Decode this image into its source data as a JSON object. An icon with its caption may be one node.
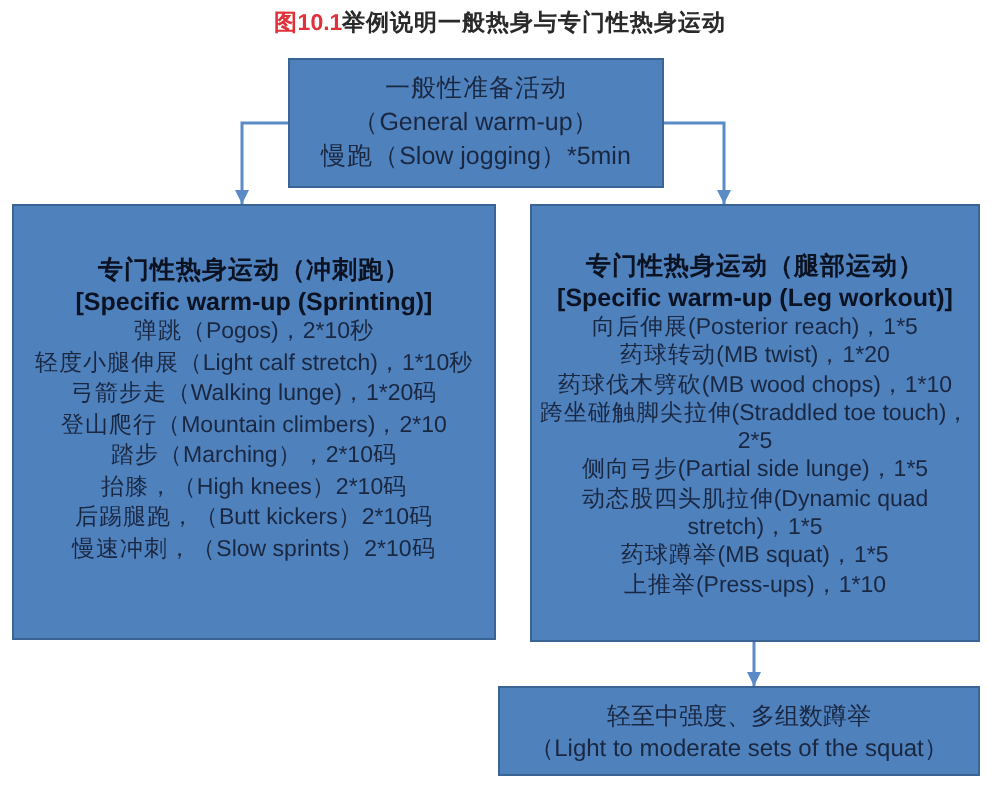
{
  "diagram": {
    "title": "**图10.1**举例说明一般热身与专门性热身运动",
    "nodes": [
      {
        "text": [
          "一般性准备活动",
          "（General warm-up）",
          "慢跑（Slow jogging）*5min"
        ]
      },
      {
        "text": [
          "专门性热身运动（冲刺跑）",
          "[Specific warm-up (Sprinting)]",
          "弹跳（Pogos)，2*10秒",
          "轻度小腿伸展（Light calf stretch)，1*10秒",
          "弓箭步走（Walking lunge)，1*20码",
          "登山爬行（Mountain climbers)，2*10",
          "踏步（Marching），2*10码",
          "抬膝，（High knees）2*10码",
          "后踢腿跑，（Butt kickers）2*10码",
          "慢速冲刺，（Slow sprints）2*10码"
        ]
      },
      {
        "text": [
          "专门性热身运动（腿部运动）",
          "[Specific warm-up (Leg workout)]",
          "向后伸展(Posterior reach)，1*5",
          "药球转动(MB twist)，1*20",
          "药球伐木劈砍(MB wood chops)，1*10",
          "跨坐碰触脚尖拉伸(Straddled toe touch)，2*5",
          "侧向弓步(Partial side lunge)，1*5",
          "动态股四头肌拉伸(Dynamic quad stretch)，1*5",
          "药球蹲举(MB squat)，1*5",
          "上推举(Press-ups)，1*10"
        ]
      },
      {
        "text": [
          "轻至中强度、多组数蹲举",
          "（Light to moderate sets of the squat）"
        ]
      }
    ],
    "edges": [
      {
        "from": 0,
        "to": 1,
        "arrow": "to"
      },
      {
        "from": 0,
        "to": 2,
        "arrow": "to"
      },
      {
        "from": 2,
        "to": 3,
        "arrow": "to"
      }
    ]
  }
}
